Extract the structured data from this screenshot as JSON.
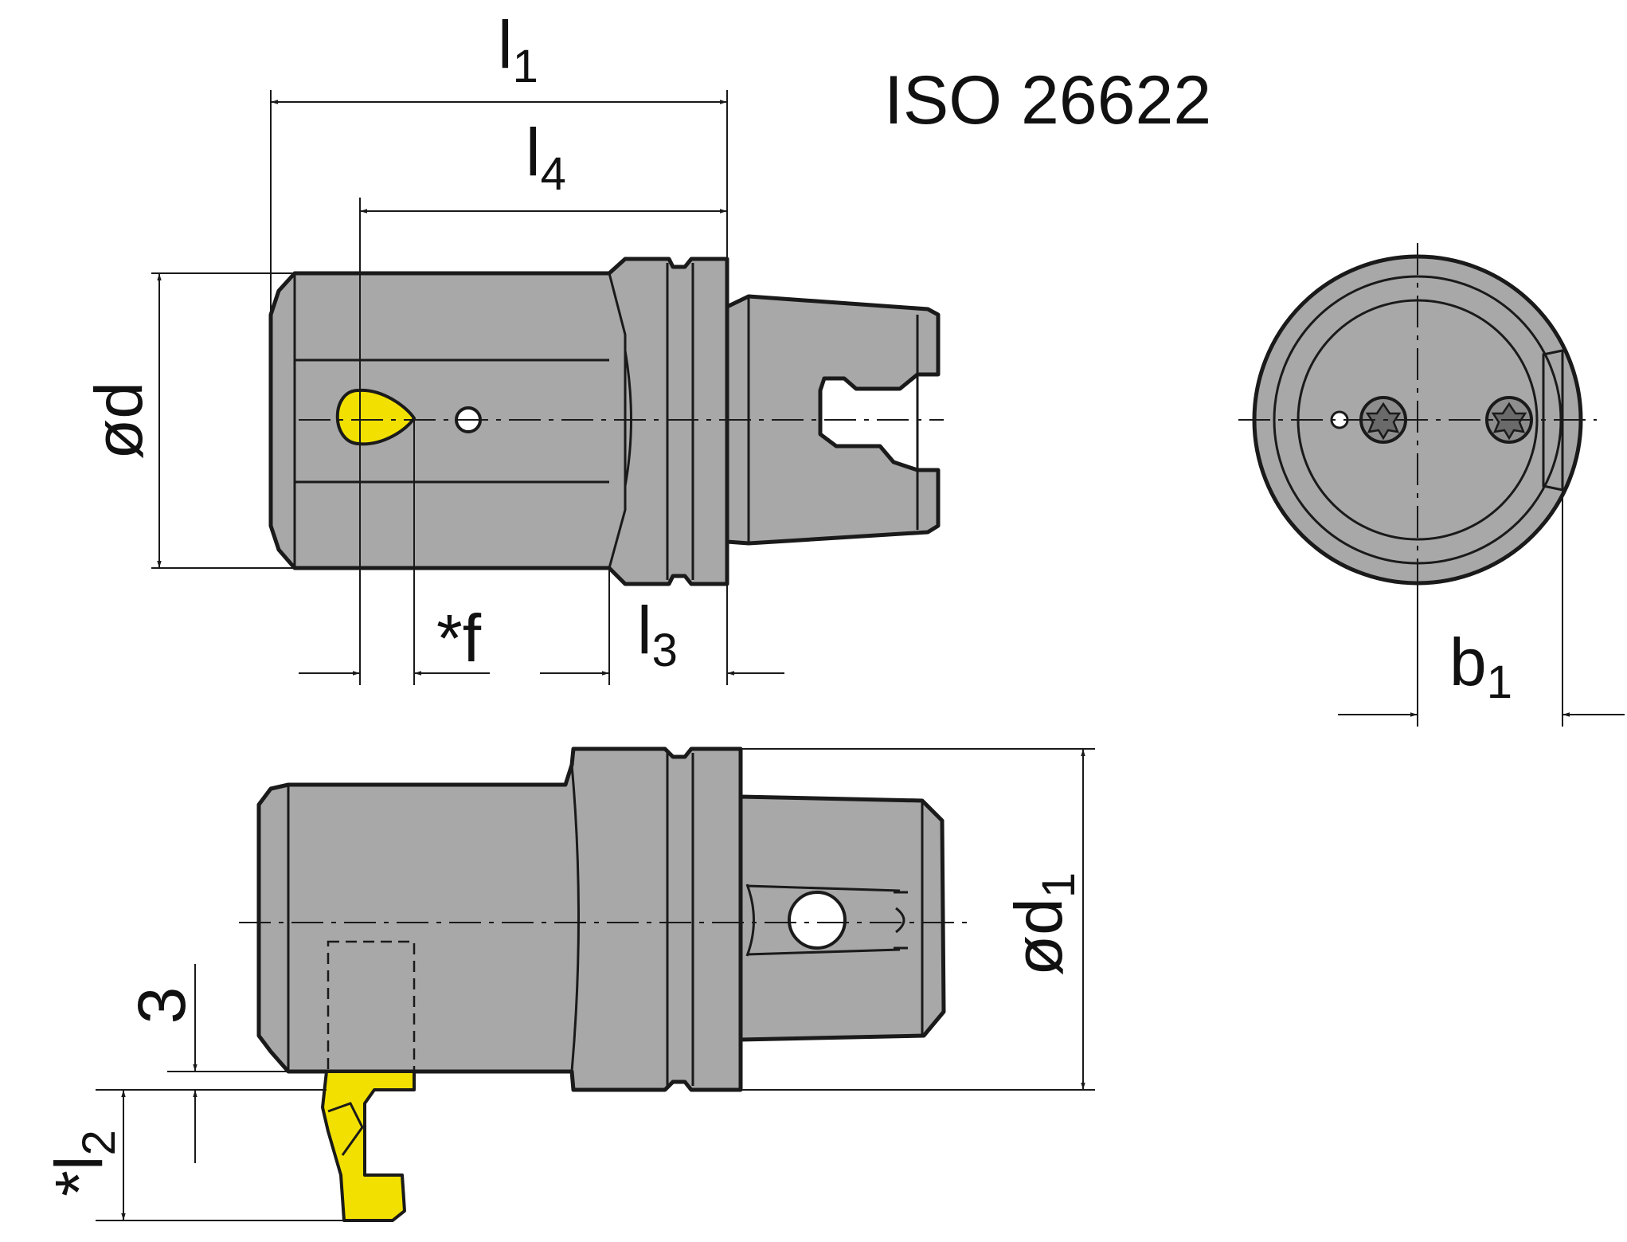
{
  "standard_label": "ISO 26622",
  "dimensions": {
    "l1": {
      "base": "l",
      "sub": "1"
    },
    "l4": {
      "base": "l",
      "sub": "4"
    },
    "l3": {
      "base": "l",
      "sub": "3"
    },
    "l2": {
      "prefix": "*",
      "base": "l",
      "sub": "2"
    },
    "f": {
      "text": "*f"
    },
    "d": {
      "text": "ød"
    },
    "d1": {
      "base": "ød",
      "sub": "1"
    },
    "b1": {
      "base": "b",
      "sub": "1"
    },
    "three": {
      "text": "3"
    }
  },
  "colors": {
    "body": "#a8a8a8",
    "insert": "#f2e100",
    "line": "#1a1a1a"
  }
}
